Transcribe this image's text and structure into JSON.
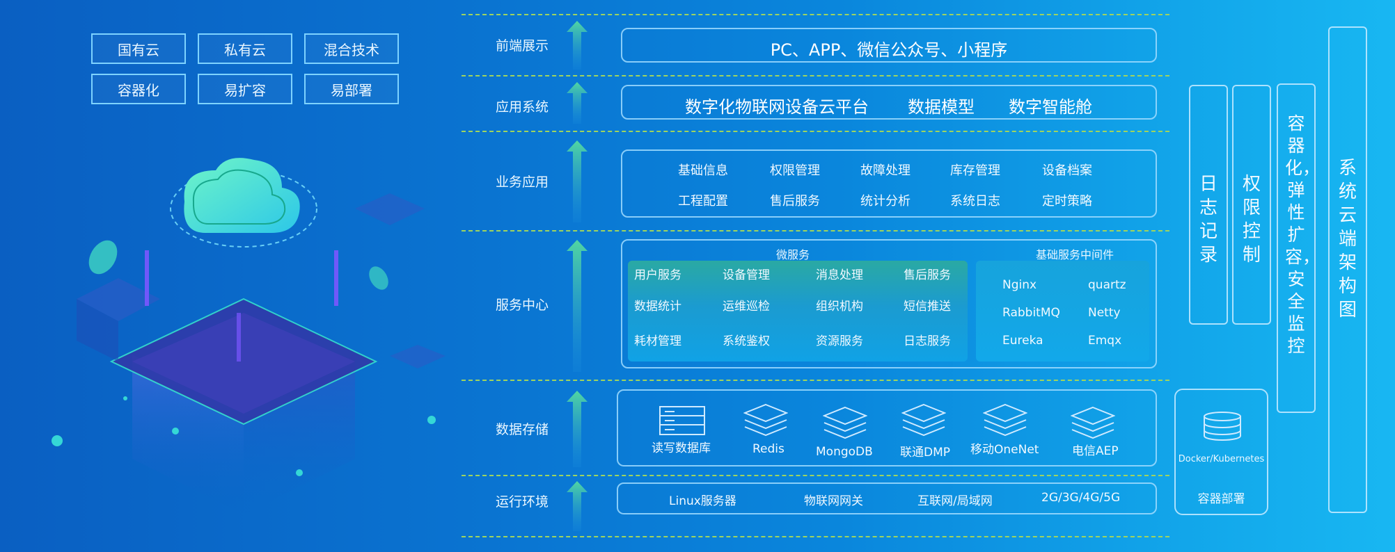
{
  "left_tags": [
    "国有云",
    "私有云",
    "混合技术",
    "容器化",
    "易扩容",
    "易部署"
  ],
  "layers": {
    "frontend": {
      "label": "前端展示",
      "content": "PC、APP、微信公众号、小程序"
    },
    "app": {
      "label": "应用系统",
      "items": [
        "数字化物联网设备云平台",
        "数据模型",
        "数字智能舱"
      ]
    },
    "biz": {
      "label": "业务应用",
      "items": [
        "基础信息",
        "权限管理",
        "故障处理",
        "库存管理",
        "设备档案",
        "工程配置",
        "售后服务",
        "统计分析",
        "系统日志",
        "定时策略"
      ]
    },
    "service": {
      "label": "服务中心",
      "micro_title": "微服务",
      "micro_items": [
        "用户服务",
        "设备管理",
        "消息处理",
        "售后服务",
        "数据统计",
        "运维巡检",
        "组织机构",
        "短信推送",
        "耗材管理",
        "系统鉴权",
        "资源服务",
        "日志服务"
      ],
      "mid_title": "基础服务中间件",
      "mid_items": [
        "Nginx",
        "quartz",
        "RabbitMQ",
        "Netty",
        "Eureka",
        "Emqx"
      ]
    },
    "storage": {
      "label": "数据存储",
      "items": [
        "读写数据库",
        "Redis",
        "MongoDB",
        "联通DMP",
        "移动OneNet",
        "电信AEP"
      ]
    },
    "runtime": {
      "label": "运行环境",
      "items": [
        "Linux服务器",
        "物联网网关",
        "互联网/局域网",
        "2G/3G/4G/5G"
      ]
    }
  },
  "side": {
    "log": "日志记录",
    "auth": "权限控制",
    "container": "容器化，弹性扩容，安全监控",
    "arch": "系统云端架构图",
    "docker": "Docker/Kubernetes",
    "deploy": "容器部署"
  }
}
